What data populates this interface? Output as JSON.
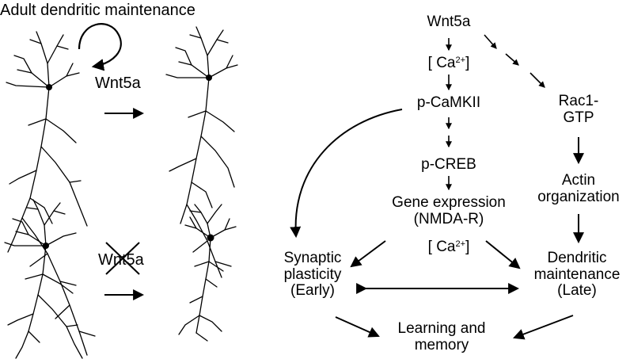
{
  "left_panel": {
    "title": "Adult dendritic maintenance",
    "wnt_present_label": "Wnt5a",
    "wnt_absent_label": "Wnt5a"
  },
  "pathway": {
    "wnt5a": "Wnt5a",
    "calcium_1": {
      "open": "[ Ca",
      "sup": "2+",
      "close": "]"
    },
    "p_camkii": "p-CaMKII",
    "p_creb": "p-CREB",
    "gene_expression_line1": "Gene expression",
    "gene_expression_line2": "(NMDA-R)",
    "calcium_2": {
      "open": "[ Ca",
      "sup": "2+",
      "close": "]"
    },
    "rac1_line1": "Rac1-",
    "rac1_line2": "GTP",
    "actin_line1": "Actin",
    "actin_line2": "organization",
    "synaptic_line1": "Synaptic",
    "synaptic_line2": "plasticity",
    "synaptic_line3": "(Early)",
    "dendritic_line1": "Dendritic",
    "dendritic_line2": "maintenance",
    "dendritic_line3": "(Late)",
    "learning_line1": "Learning and",
    "learning_line2": "memory"
  }
}
